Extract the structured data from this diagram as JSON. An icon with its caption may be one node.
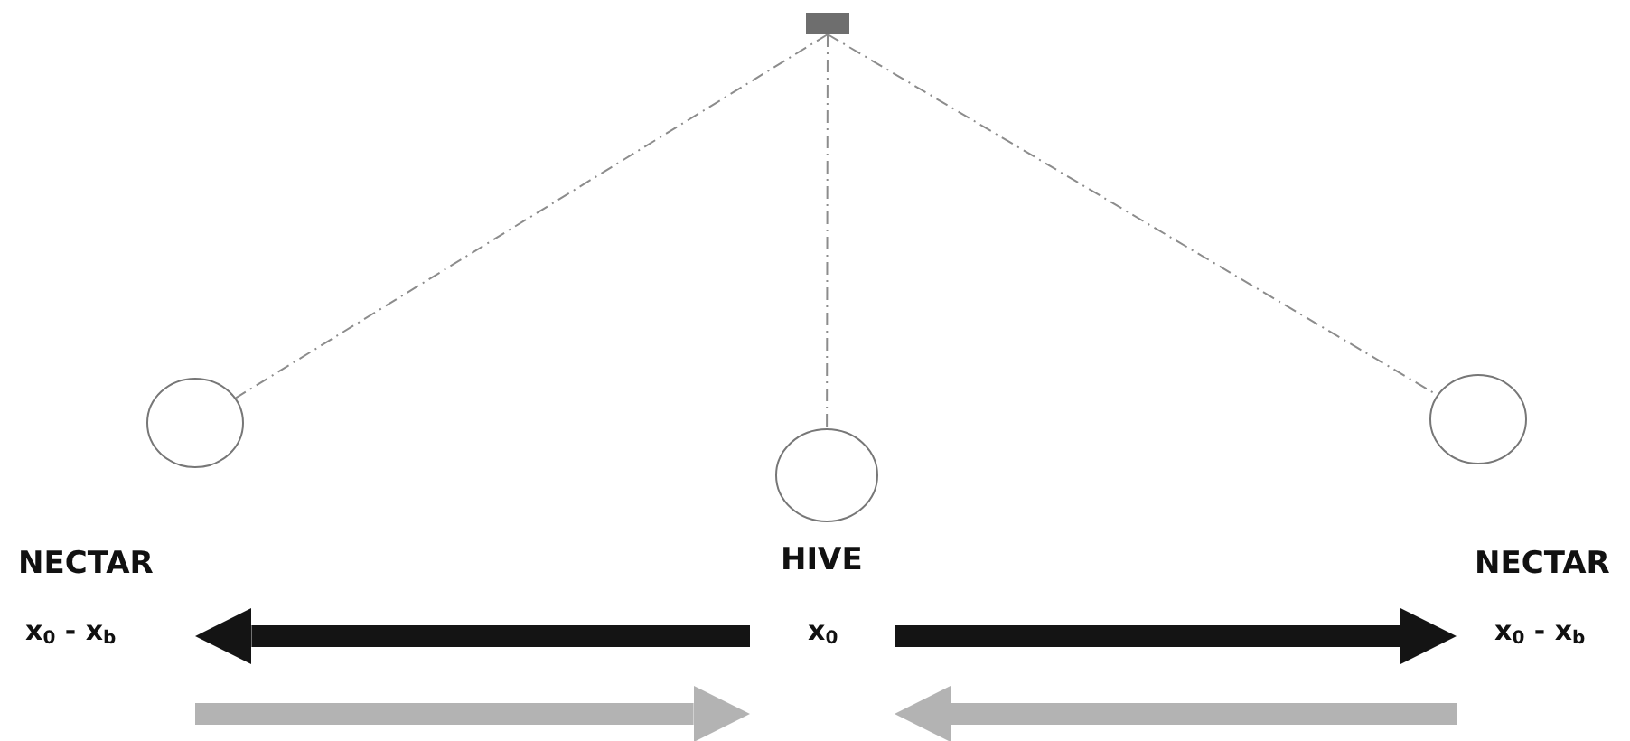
{
  "diagram": {
    "nodes": [
      {
        "text": [],
        "shape": "box"
      },
      {
        "text": [],
        "shape": "circle"
      },
      {
        "text": [],
        "shape": "circle"
      },
      {
        "text": [],
        "shape": "circle"
      },
      {
        "text": [
          "NECTAR",
          "x$_{0}$ - x$_{b}$"
        ]
      },
      {
        "text": [
          "HIVE",
          "x$_{0}$"
        ]
      },
      {
        "text": [
          "NECTAR",
          "x$_{0}$ - x$_{b}$"
        ]
      }
    ],
    "edges": [
      {
        "from": 0,
        "to": 1,
        "arrow": "none",
        "style": "dashed"
      },
      {
        "from": 0,
        "to": 2,
        "arrow": "none",
        "style": "dashed"
      },
      {
        "from": 0,
        "to": 3,
        "arrow": "none",
        "style": "dashed"
      },
      {
        "from": 5,
        "to": 4,
        "arrow": "to",
        "color": "#141414"
      },
      {
        "from": 5,
        "to": 6,
        "arrow": "to",
        "color": "#141414"
      },
      {
        "from": 4,
        "to": 5,
        "arrow": "to",
        "color": "#b3b3b3"
      },
      {
        "from": 6,
        "to": 5,
        "arrow": "to",
        "color": "#b3b3b3"
      }
    ]
  }
}
